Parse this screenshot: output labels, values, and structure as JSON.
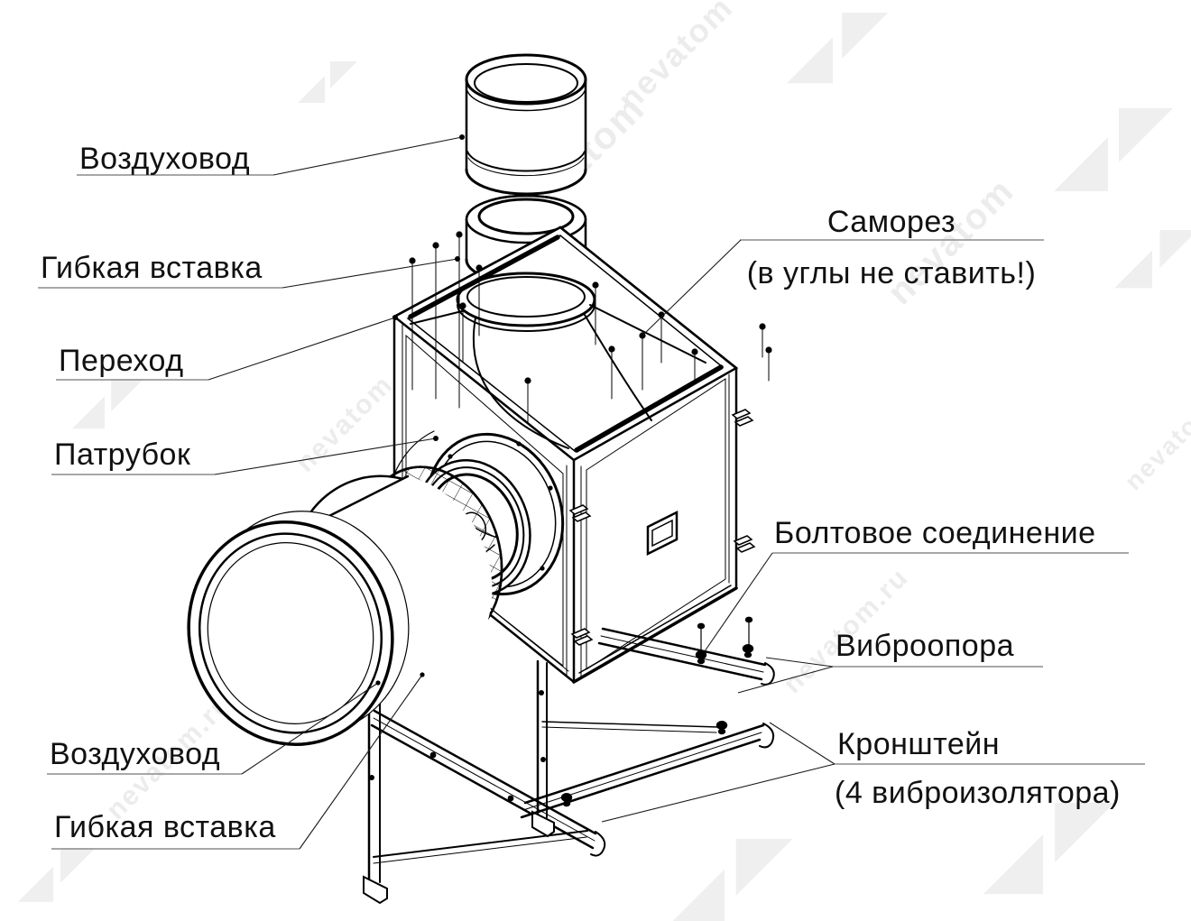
{
  "diagram": {
    "type": "exploded-technical-drawing",
    "subject": "fan-unit-installation"
  },
  "labels": {
    "duct_top": "Воздуховод",
    "flexible_insert_top": "Гибкая вставка",
    "transition": "Переход",
    "spigot": "Патрубок",
    "screw_line1": "Саморез",
    "screw_line2": "(в углы не ставить!)",
    "bolted_joint": "Болтовое соединение",
    "vibration_mount": "Виброопора",
    "bracket_line1": "Кронштейн",
    "bracket_line2": "(4 виброизолятора)",
    "duct_bottom": "Воздуховод",
    "flexible_insert_bottom": "Гибкая вставка"
  },
  "watermark": {
    "text": "nevatom",
    "text_ru": "nevatom.ru"
  },
  "colors": {
    "line": "#000000",
    "leader": "#1a1a1a",
    "underline": "#8c8c8c",
    "background": "#ffffff",
    "watermark": "#e9e9e9"
  }
}
